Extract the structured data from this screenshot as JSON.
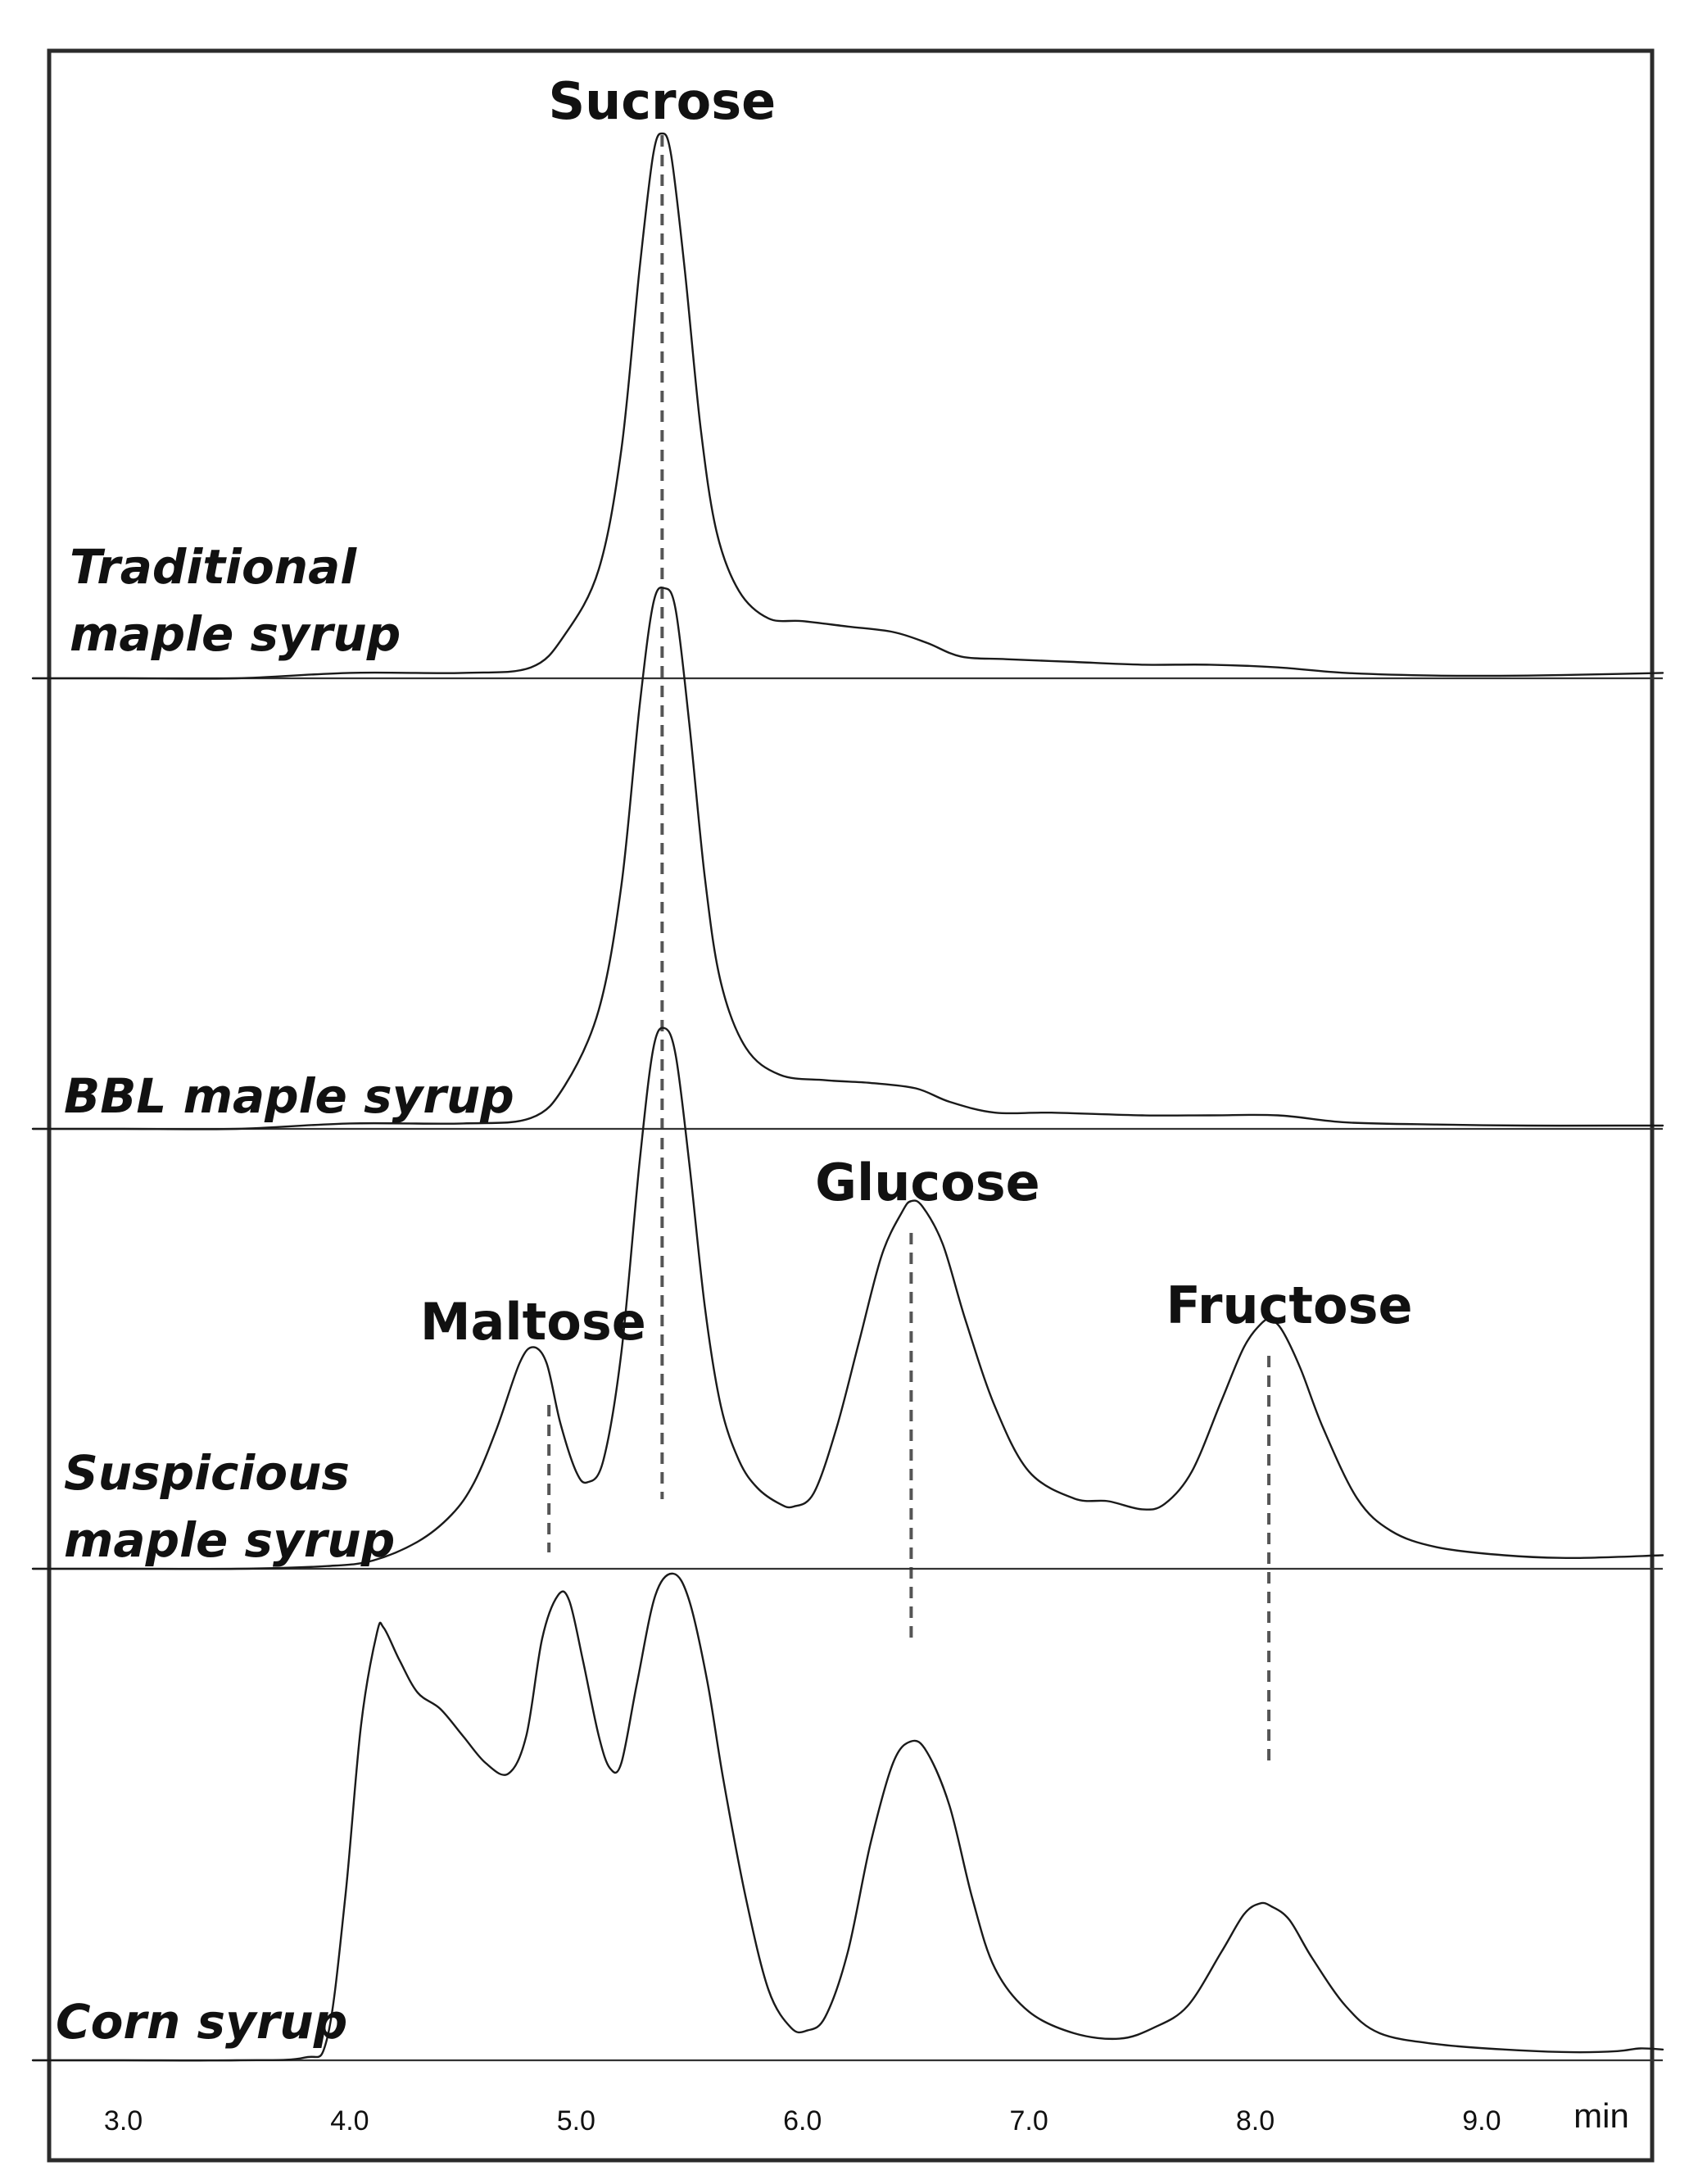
{
  "chart_data": {
    "type": "line",
    "xlabel": "min",
    "xlim": [
      2.6,
      9.8
    ],
    "x_ticks": [
      "3.0",
      "4.0",
      "5.0",
      "6.0",
      "7.0",
      "8.0",
      "9.0"
    ],
    "y_axis_shown": false,
    "layout": "stacked chromatograms with separate baselines",
    "peak_labels": [
      {
        "text": "Sucrose",
        "x": 5.38,
        "series": "Traditional maple syrup"
      },
      {
        "text": "Maltose",
        "x": 4.81,
        "series": "Suspicious maple syrup"
      },
      {
        "text": "Glucose",
        "x": 6.48,
        "series": "Suspicious maple syrup"
      },
      {
        "text": "Fructose",
        "x": 8.06,
        "series": "Suspicious maple syrup"
      }
    ],
    "retention_markers": [
      5.38,
      4.88,
      6.48,
      8.06
    ],
    "series": [
      {
        "name": "Traditional maple syrup",
        "label_lines": [
          "Traditional",
          "maple syrup"
        ],
        "points": [
          [
            2.6,
            0
          ],
          [
            3.0,
            0
          ],
          [
            3.5,
            0
          ],
          [
            4.0,
            0.01
          ],
          [
            4.5,
            0.01
          ],
          [
            4.8,
            0.02
          ],
          [
            4.95,
            0.08
          ],
          [
            5.1,
            0.2
          ],
          [
            5.2,
            0.42
          ],
          [
            5.28,
            0.75
          ],
          [
            5.34,
            0.96
          ],
          [
            5.38,
            1.0
          ],
          [
            5.42,
            0.96
          ],
          [
            5.48,
            0.75
          ],
          [
            5.55,
            0.46
          ],
          [
            5.62,
            0.27
          ],
          [
            5.72,
            0.16
          ],
          [
            5.85,
            0.11
          ],
          [
            6.0,
            0.105
          ],
          [
            6.2,
            0.095
          ],
          [
            6.4,
            0.085
          ],
          [
            6.55,
            0.065
          ],
          [
            6.7,
            0.04
          ],
          [
            6.9,
            0.035
          ],
          [
            7.2,
            0.03
          ],
          [
            7.5,
            0.025
          ],
          [
            7.8,
            0.025
          ],
          [
            8.1,
            0.02
          ],
          [
            8.4,
            0.01
          ],
          [
            8.8,
            0.005
          ],
          [
            9.2,
            0.005
          ],
          [
            9.6,
            0.008
          ],
          [
            9.8,
            0.01
          ]
        ]
      },
      {
        "name": "BBL maple syrup",
        "label_lines": [
          "BBL maple syrup"
        ],
        "points": [
          [
            2.6,
            0
          ],
          [
            3.0,
            0
          ],
          [
            3.5,
            0
          ],
          [
            4.0,
            0.01
          ],
          [
            4.5,
            0.01
          ],
          [
            4.8,
            0.02
          ],
          [
            4.95,
            0.08
          ],
          [
            5.1,
            0.22
          ],
          [
            5.2,
            0.45
          ],
          [
            5.28,
            0.78
          ],
          [
            5.34,
            0.97
          ],
          [
            5.39,
            1.0
          ],
          [
            5.44,
            0.96
          ],
          [
            5.5,
            0.75
          ],
          [
            5.57,
            0.46
          ],
          [
            5.64,
            0.27
          ],
          [
            5.75,
            0.15
          ],
          [
            5.9,
            0.1
          ],
          [
            6.1,
            0.09
          ],
          [
            6.3,
            0.085
          ],
          [
            6.5,
            0.075
          ],
          [
            6.65,
            0.05
          ],
          [
            6.85,
            0.03
          ],
          [
            7.1,
            0.03
          ],
          [
            7.5,
            0.025
          ],
          [
            7.8,
            0.025
          ],
          [
            8.1,
            0.025
          ],
          [
            8.4,
            0.012
          ],
          [
            8.8,
            0.008
          ],
          [
            9.2,
            0.006
          ],
          [
            9.6,
            0.006
          ],
          [
            9.8,
            0.006
          ]
        ]
      },
      {
        "name": "Suspicious maple syrup",
        "label_lines": [
          "Suspicious",
          "maple syrup"
        ],
        "points": [
          [
            2.6,
            0
          ],
          [
            3.0,
            0
          ],
          [
            3.5,
            0
          ],
          [
            3.9,
            0.005
          ],
          [
            4.1,
            0.015
          ],
          [
            4.3,
            0.05
          ],
          [
            4.45,
            0.1
          ],
          [
            4.55,
            0.16
          ],
          [
            4.65,
            0.26
          ],
          [
            4.75,
            0.38
          ],
          [
            4.81,
            0.41
          ],
          [
            4.87,
            0.38
          ],
          [
            4.93,
            0.27
          ],
          [
            5.0,
            0.18
          ],
          [
            5.05,
            0.16
          ],
          [
            5.12,
            0.2
          ],
          [
            5.2,
            0.4
          ],
          [
            5.28,
            0.75
          ],
          [
            5.34,
            0.96
          ],
          [
            5.39,
            1.0
          ],
          [
            5.44,
            0.95
          ],
          [
            5.5,
            0.75
          ],
          [
            5.57,
            0.48
          ],
          [
            5.64,
            0.3
          ],
          [
            5.72,
            0.2
          ],
          [
            5.8,
            0.15
          ],
          [
            5.9,
            0.12
          ],
          [
            5.96,
            0.115
          ],
          [
            6.05,
            0.14
          ],
          [
            6.15,
            0.26
          ],
          [
            6.25,
            0.42
          ],
          [
            6.35,
            0.58
          ],
          [
            6.44,
            0.66
          ],
          [
            6.48,
            0.68
          ],
          [
            6.53,
            0.67
          ],
          [
            6.62,
            0.6
          ],
          [
            6.72,
            0.46
          ],
          [
            6.85,
            0.3
          ],
          [
            7.0,
            0.18
          ],
          [
            7.2,
            0.13
          ],
          [
            7.35,
            0.125
          ],
          [
            7.5,
            0.11
          ],
          [
            7.6,
            0.12
          ],
          [
            7.72,
            0.18
          ],
          [
            7.85,
            0.31
          ],
          [
            7.95,
            0.41
          ],
          [
            8.03,
            0.455
          ],
          [
            8.07,
            0.46
          ],
          [
            8.12,
            0.44
          ],
          [
            8.2,
            0.37
          ],
          [
            8.3,
            0.26
          ],
          [
            8.45,
            0.13
          ],
          [
            8.6,
            0.07
          ],
          [
            8.8,
            0.04
          ],
          [
            9.1,
            0.025
          ],
          [
            9.4,
            0.02
          ],
          [
            9.8,
            0.025
          ]
        ]
      },
      {
        "name": "Corn syrup",
        "label_lines": [
          "Corn syrup"
        ],
        "points": [
          [
            2.6,
            0
          ],
          [
            3.0,
            0
          ],
          [
            3.5,
            0
          ],
          [
            3.8,
            0.005
          ],
          [
            3.9,
            0.04
          ],
          [
            3.98,
            0.3
          ],
          [
            4.05,
            0.62
          ],
          [
            4.12,
            0.79
          ],
          [
            4.15,
            0.8
          ],
          [
            4.22,
            0.74
          ],
          [
            4.3,
            0.68
          ],
          [
            4.4,
            0.65
          ],
          [
            4.5,
            0.6
          ],
          [
            4.6,
            0.55
          ],
          [
            4.7,
            0.53
          ],
          [
            4.78,
            0.6
          ],
          [
            4.85,
            0.78
          ],
          [
            4.92,
            0.86
          ],
          [
            4.97,
            0.85
          ],
          [
            5.03,
            0.74
          ],
          [
            5.1,
            0.6
          ],
          [
            5.15,
            0.54
          ],
          [
            5.2,
            0.55
          ],
          [
            5.27,
            0.7
          ],
          [
            5.35,
            0.86
          ],
          [
            5.43,
            0.9
          ],
          [
            5.5,
            0.85
          ],
          [
            5.58,
            0.7
          ],
          [
            5.65,
            0.52
          ],
          [
            5.75,
            0.3
          ],
          [
            5.85,
            0.13
          ],
          [
            5.95,
            0.06
          ],
          [
            6.02,
            0.055
          ],
          [
            6.1,
            0.08
          ],
          [
            6.2,
            0.2
          ],
          [
            6.3,
            0.4
          ],
          [
            6.4,
            0.55
          ],
          [
            6.48,
            0.59
          ],
          [
            6.55,
            0.57
          ],
          [
            6.65,
            0.47
          ],
          [
            6.75,
            0.3
          ],
          [
            6.85,
            0.17
          ],
          [
            7.0,
            0.09
          ],
          [
            7.2,
            0.05
          ],
          [
            7.4,
            0.04
          ],
          [
            7.55,
            0.06
          ],
          [
            7.7,
            0.1
          ],
          [
            7.85,
            0.2
          ],
          [
            7.95,
            0.27
          ],
          [
            8.02,
            0.29
          ],
          [
            8.07,
            0.285
          ],
          [
            8.15,
            0.26
          ],
          [
            8.25,
            0.19
          ],
          [
            8.4,
            0.1
          ],
          [
            8.55,
            0.05
          ],
          [
            8.8,
            0.03
          ],
          [
            9.1,
            0.02
          ],
          [
            9.4,
            0.015
          ],
          [
            9.6,
            0.017
          ],
          [
            9.7,
            0.022
          ],
          [
            9.8,
            0.02
          ]
        ]
      }
    ]
  }
}
